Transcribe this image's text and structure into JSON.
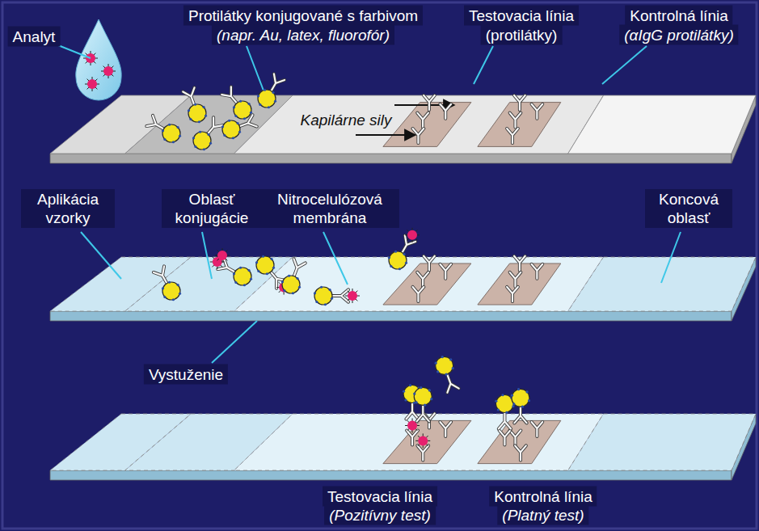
{
  "diagram": {
    "labels": [
      "Analyt",
      "Protilátky konjugované s farbivom",
      "(napr. Au, latex, fluorofór)",
      "Testovacia línia",
      "(protilátky)",
      "Kontrolná línia",
      "(αIgG protilátky)",
      "Kapilárne sily",
      "Aplikácia vzorky",
      "Oblasť konjugácie",
      "Nitrocelulózová membrána",
      "Koncová oblasť",
      "Vystuženie",
      "Testovacia línia",
      "(Pozitívny test)",
      "Kontrolná línia",
      "(Platný test)"
    ]
  }
}
